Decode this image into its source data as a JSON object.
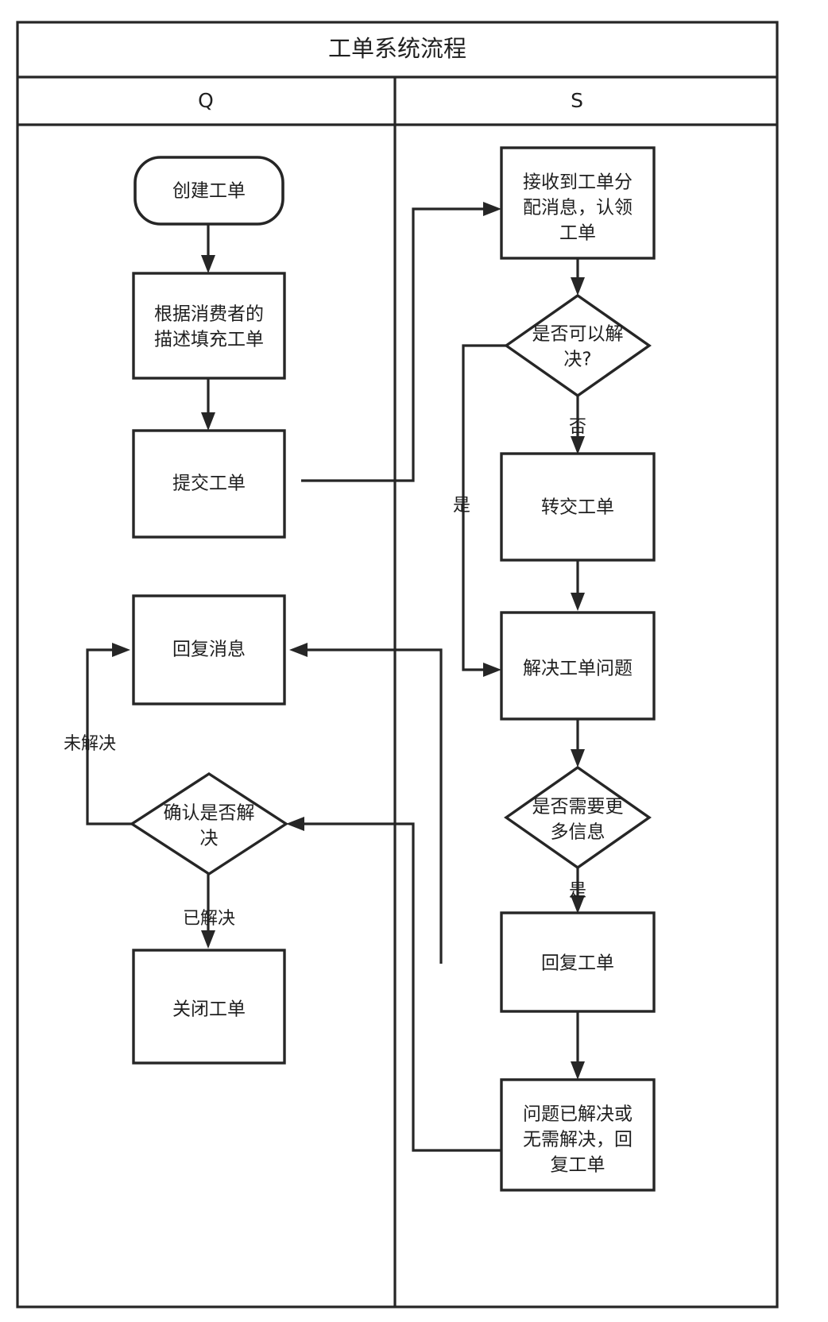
{
  "diagram": {
    "title": "工单系统流程",
    "type": "swimlane-flowchart",
    "lanes": [
      {
        "id": "Q",
        "label": "Q"
      },
      {
        "id": "S",
        "label": "S"
      }
    ],
    "nodes": [
      {
        "id": "n1",
        "lane": "Q",
        "shape": "terminator",
        "label": "创建工单",
        "lines": [
          "创建工单"
        ]
      },
      {
        "id": "n2",
        "lane": "Q",
        "shape": "process",
        "label": "根据消费者的描述填充工单",
        "lines": [
          "根据消费者的",
          "描述填充工单"
        ]
      },
      {
        "id": "n3",
        "lane": "Q",
        "shape": "process",
        "label": "提交工单",
        "lines": [
          "提交工单"
        ]
      },
      {
        "id": "n4",
        "lane": "Q",
        "shape": "process",
        "label": "回复消息",
        "lines": [
          "回复消息"
        ]
      },
      {
        "id": "n5",
        "lane": "Q",
        "shape": "decision",
        "label": "确认是否解决",
        "lines": [
          "确认是否解",
          "决"
        ]
      },
      {
        "id": "n6",
        "lane": "Q",
        "shape": "process",
        "label": "关闭工单",
        "lines": [
          "关闭工单"
        ]
      },
      {
        "id": "n7",
        "lane": "S",
        "shape": "process",
        "label": "接收到工单分配消息，认领工单",
        "lines": [
          "接收到工单分",
          "配消息，认领",
          "工单"
        ]
      },
      {
        "id": "n8",
        "lane": "S",
        "shape": "decision",
        "label": "是否可以解决?",
        "lines": [
          "是否可以解",
          "决?"
        ]
      },
      {
        "id": "n9",
        "lane": "S",
        "shape": "process",
        "label": "转交工单",
        "lines": [
          "转交工单"
        ]
      },
      {
        "id": "n10",
        "lane": "S",
        "shape": "process",
        "label": "解决工单问题",
        "lines": [
          "解决工单问题"
        ]
      },
      {
        "id": "n11",
        "lane": "S",
        "shape": "decision",
        "label": "是否需要更多信息",
        "lines": [
          "是否需要更",
          "多信息"
        ]
      },
      {
        "id": "n12",
        "lane": "S",
        "shape": "process",
        "label": "回复工单",
        "lines": [
          "回复工单"
        ]
      },
      {
        "id": "n13",
        "lane": "S",
        "shape": "process",
        "label": "问题已解决或无需解决，回复工单",
        "lines": [
          "问题已解决或",
          "无需解决，回",
          "复工单"
        ]
      }
    ],
    "edge_labels": [
      {
        "id": "e_no",
        "text": "否"
      },
      {
        "id": "e_yes",
        "text": "是"
      },
      {
        "id": "e_unsolved",
        "text": "未解决"
      },
      {
        "id": "e_solved",
        "text": "已解决"
      },
      {
        "id": "e_more_yes",
        "text": "是"
      }
    ],
    "edges": [
      {
        "from": "n1",
        "to": "n2",
        "label": ""
      },
      {
        "from": "n2",
        "to": "n3",
        "label": ""
      },
      {
        "from": "n3",
        "to": "n7",
        "label": ""
      },
      {
        "from": "n7",
        "to": "n8",
        "label": ""
      },
      {
        "from": "n8",
        "to": "n9",
        "label": "否"
      },
      {
        "from": "n8",
        "to": "n10",
        "label": "是"
      },
      {
        "from": "n9",
        "to": "n10",
        "label": ""
      },
      {
        "from": "n10",
        "to": "n11",
        "label": ""
      },
      {
        "from": "n11",
        "to": "n12",
        "label": "是"
      },
      {
        "from": "n12",
        "to": "n13",
        "label": ""
      },
      {
        "from": "n13",
        "to": "n5",
        "label": ""
      },
      {
        "from": "n4",
        "to": "n5",
        "label": ""
      },
      {
        "from": "n5",
        "to": "n4",
        "label": "未解决"
      },
      {
        "from": "n5",
        "to": "n6",
        "label": "已解决"
      },
      {
        "from": "n12",
        "to": "n4",
        "label": ""
      }
    ],
    "colors": {
      "stroke": "#262626",
      "fill": "#ffffff",
      "text": "#1f1f1f"
    }
  }
}
